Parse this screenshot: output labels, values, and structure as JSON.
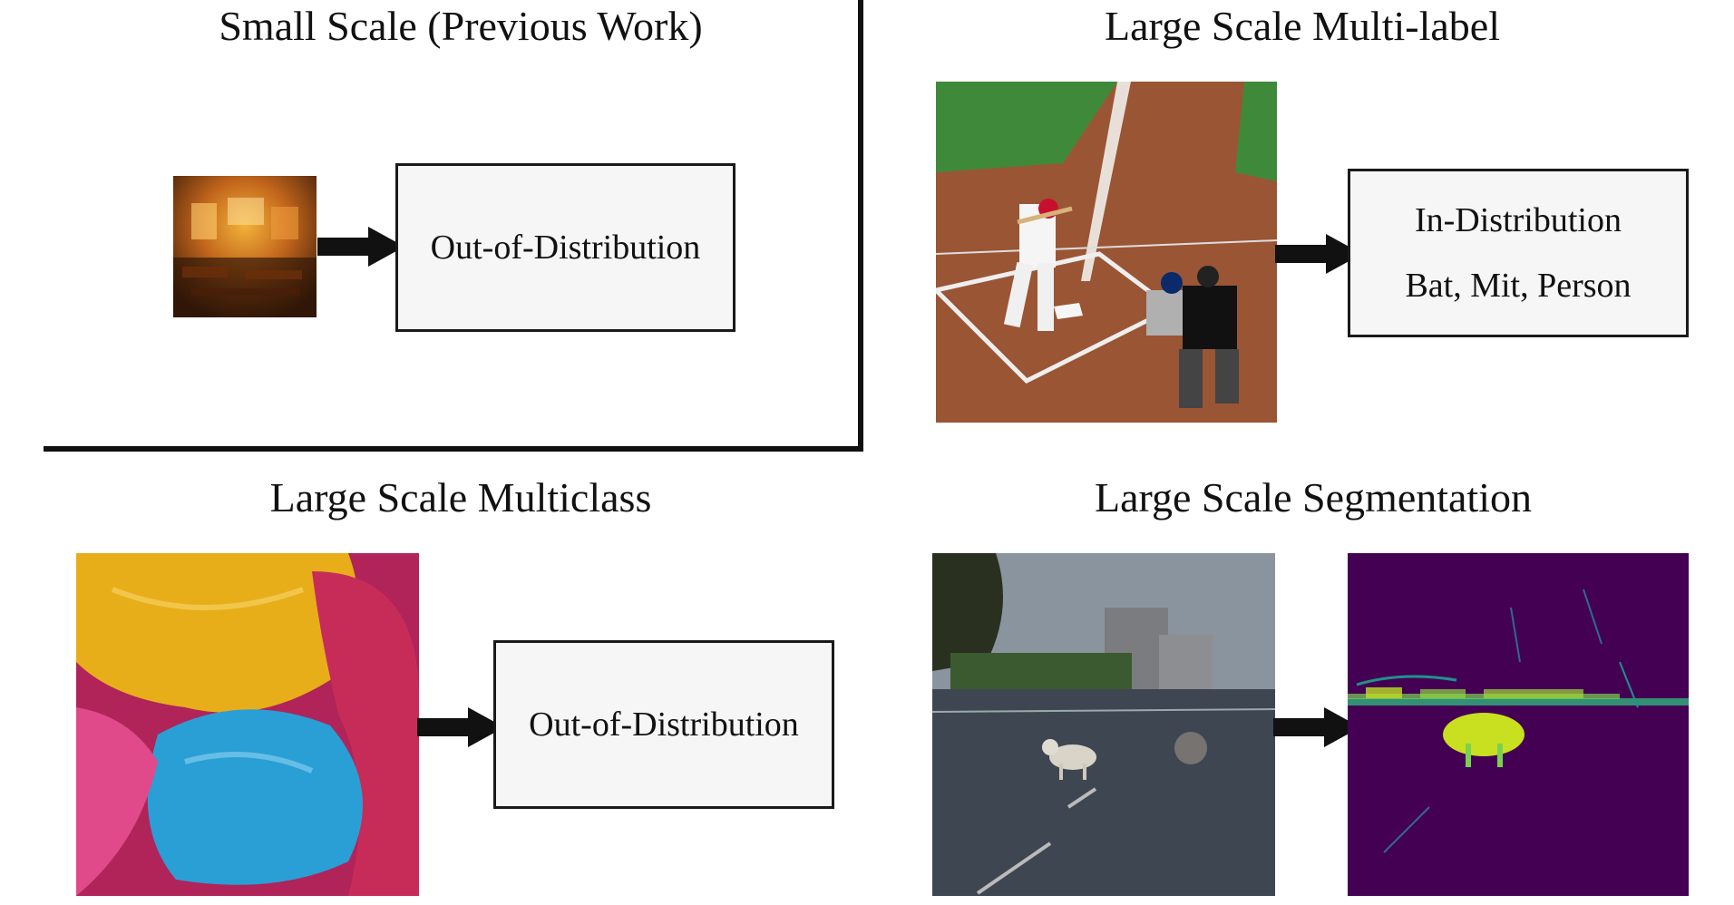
{
  "panels": {
    "small_scale": {
      "title": "Small Scale (Previous Work)",
      "box_text": "Out-of-Distribution",
      "image_icon": "blurry-library-photo"
    },
    "multilabel": {
      "title": "Large Scale Multi-label",
      "box_line1": "In-Distribution",
      "box_line2": "Bat, Mit, Person",
      "image_icon": "baseball-batter-photo"
    },
    "multiclass": {
      "title": "Large Scale Multiclass",
      "box_text": "Out-of-Distribution",
      "image_icon": "colorful-cheesecloth-photo"
    },
    "segmentation": {
      "title": "Large Scale Segmentation",
      "input_icon": "street-scene-with-sheep-photo",
      "output_icon": "anomaly-heatmap"
    }
  },
  "colors": {
    "heatmap_background": "#440154",
    "heatmap_high": "#c8e020",
    "heatmap_mid": "#27ad81"
  }
}
